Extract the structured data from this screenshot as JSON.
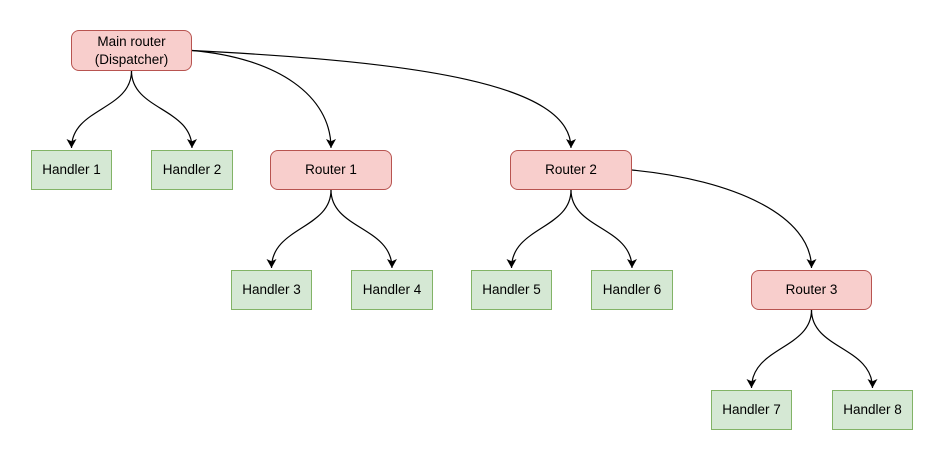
{
  "diagram": {
    "type": "routing-tree-flowchart",
    "nodes": [
      {
        "id": "main-router",
        "label": "Main router\n(Dispatcher)",
        "kind": "router"
      },
      {
        "id": "handler-1",
        "label": "Handler 1",
        "kind": "handler"
      },
      {
        "id": "handler-2",
        "label": "Handler 2",
        "kind": "handler"
      },
      {
        "id": "router-1",
        "label": "Router 1",
        "kind": "router"
      },
      {
        "id": "router-2",
        "label": "Router 2",
        "kind": "router"
      },
      {
        "id": "handler-3",
        "label": "Handler 3",
        "kind": "handler"
      },
      {
        "id": "handler-4",
        "label": "Handler 4",
        "kind": "handler"
      },
      {
        "id": "handler-5",
        "label": "Handler 5",
        "kind": "handler"
      },
      {
        "id": "handler-6",
        "label": "Handler 6",
        "kind": "handler"
      },
      {
        "id": "router-3",
        "label": "Router 3",
        "kind": "router"
      },
      {
        "id": "handler-7",
        "label": "Handler 7",
        "kind": "handler"
      },
      {
        "id": "handler-8",
        "label": "Handler 8",
        "kind": "handler"
      }
    ],
    "edges": [
      {
        "from": "main-router",
        "to": "handler-1",
        "arrow": "down"
      },
      {
        "from": "main-router",
        "to": "handler-2",
        "arrow": "down"
      },
      {
        "from": "main-router",
        "to": "router-1",
        "arrow": "down"
      },
      {
        "from": "main-router",
        "to": "router-2",
        "arrow": "down"
      },
      {
        "from": "router-1",
        "to": "handler-3",
        "arrow": "down"
      },
      {
        "from": "router-1",
        "to": "handler-4",
        "arrow": "down"
      },
      {
        "from": "router-2",
        "to": "handler-5",
        "arrow": "down"
      },
      {
        "from": "router-2",
        "to": "handler-6",
        "arrow": "down"
      },
      {
        "from": "router-2",
        "to": "router-3",
        "arrow": "down"
      },
      {
        "from": "router-3",
        "to": "handler-7",
        "arrow": "down"
      },
      {
        "from": "router-3",
        "to": "handler-8",
        "arrow": "down"
      }
    ],
    "colors": {
      "background": "#ffffff",
      "router_fill": "#f8cecc",
      "router_border": "#b85450",
      "handler_fill": "#d5e8d4",
      "handler_border": "#82b366",
      "edge": "#000000"
    }
  }
}
